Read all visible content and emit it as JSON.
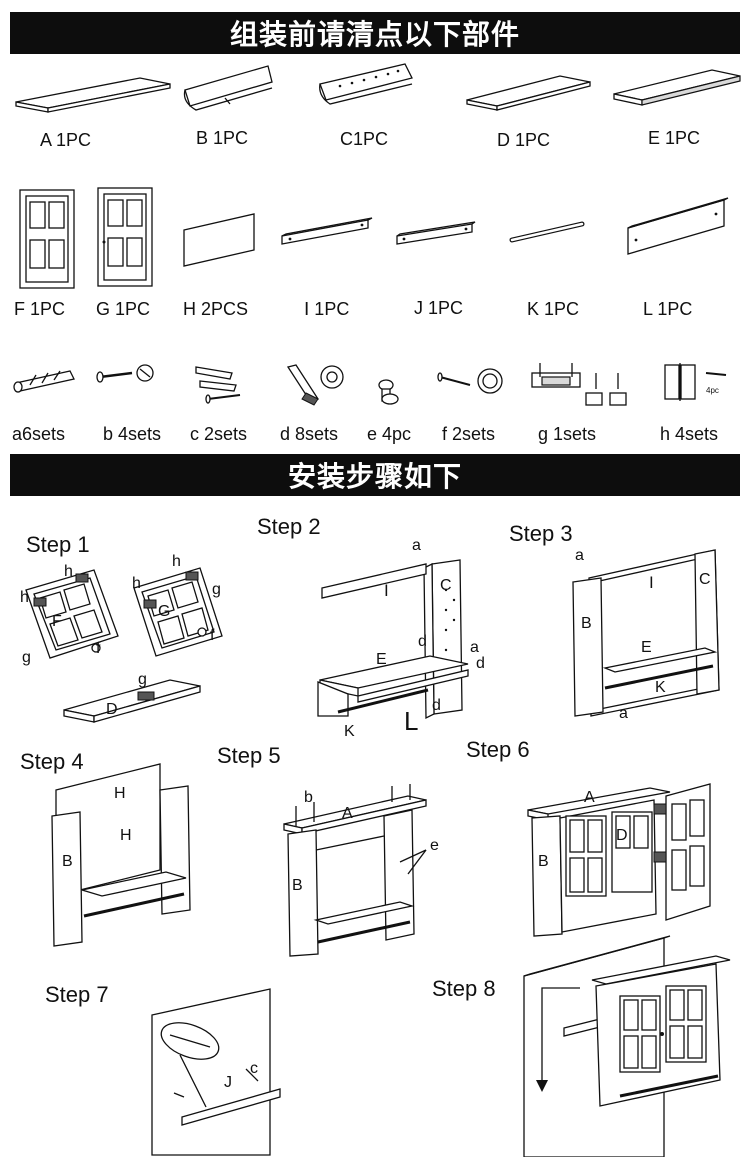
{
  "banners": {
    "parts_title": "组装前请清点以下部件",
    "steps_title": "安装步骤如下"
  },
  "parts_row1": [
    "A 1PC",
    "B 1PC",
    "C1PC",
    "D 1PC",
    "E 1PC"
  ],
  "parts_row2": [
    "F 1PC",
    "G 1PC",
    "H 2PCS",
    "Ⅰ 1PC",
    "J 1PC",
    "K 1PC",
    "L 1PC"
  ],
  "hardware": [
    "a6sets",
    "b 4sets",
    "c 2sets",
    "d 8sets",
    "e 4pc",
    "f 2sets",
    "g 1sets",
    "h 4sets"
  ],
  "hardware_note": "4pc",
  "steps": [
    "Step 1",
    "Step 2",
    "Step 3",
    "Step 4",
    "Step 5",
    "Step 6",
    "Step 7",
    "Step 8"
  ],
  "callouts": {
    "step1": [
      "h",
      "h",
      "h",
      "h",
      "F",
      "G",
      "g",
      "f",
      "f",
      "g",
      "g",
      "D"
    ],
    "step2": [
      "a",
      "C",
      "Ⅰ",
      "d",
      "a",
      "d",
      "E",
      "d",
      "K",
      "L"
    ],
    "step3": [
      "a",
      "Ⅰ",
      "C",
      "B",
      "E",
      "K",
      "a"
    ],
    "step4": [
      "H",
      "H",
      "B"
    ],
    "step5": [
      "b",
      "A",
      "e",
      "B"
    ],
    "step6": [
      "A",
      "D",
      "B"
    ],
    "step7": [
      "J",
      "c"
    ]
  }
}
